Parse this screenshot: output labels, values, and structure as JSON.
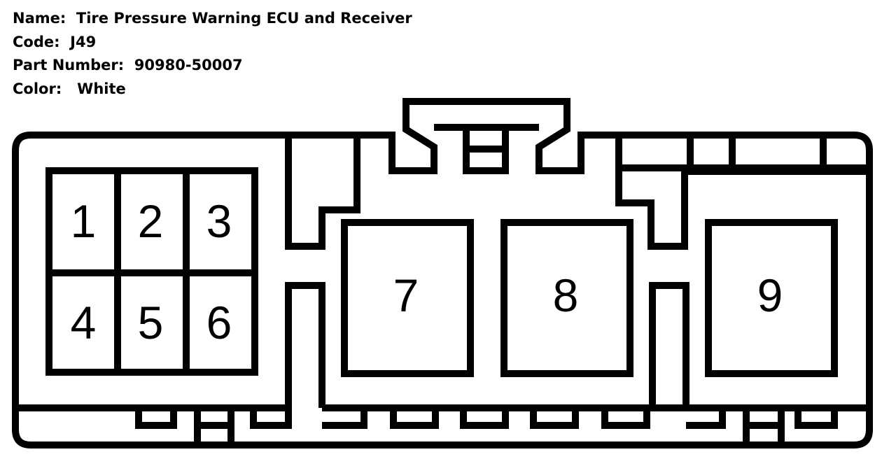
{
  "header": {
    "name_label": "Name:",
    "name_value": "Tire Pressure Warning ECU and Receiver",
    "code_label": "Code:",
    "code_value": "J49",
    "part_label": "Part Number:",
    "part_value": "90980-50007",
    "color_label": "Color:",
    "color_value": "White"
  },
  "connector": {
    "pins": [
      {
        "label": "1"
      },
      {
        "label": "2"
      },
      {
        "label": "3"
      },
      {
        "label": "4"
      },
      {
        "label": "5"
      },
      {
        "label": "6"
      },
      {
        "label": "7"
      },
      {
        "label": "8"
      },
      {
        "label": "9"
      }
    ]
  }
}
